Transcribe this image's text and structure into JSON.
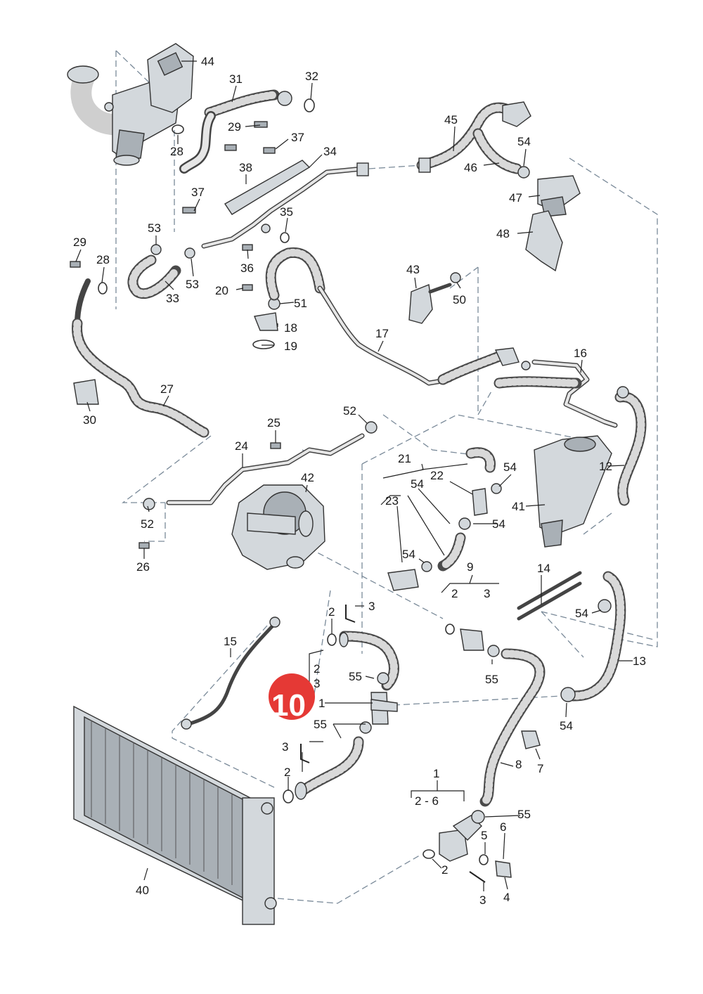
{
  "diagram": {
    "badge": {
      "label": "10",
      "color": "#e53935"
    },
    "callouts": [
      "44",
      "31",
      "32",
      "29",
      "28",
      "37",
      "34",
      "38",
      "45",
      "54",
      "46",
      "47",
      "48",
      "37",
      "35",
      "53",
      "53",
      "33",
      "29",
      "28",
      "36",
      "20",
      "51",
      "18",
      "19",
      "43",
      "50",
      "17",
      "16",
      "27",
      "30",
      "25",
      "52",
      "24",
      "21",
      "22",
      "54",
      "54",
      "12",
      "23",
      "54",
      "42",
      "41",
      "52",
      "26",
      "54",
      "9",
      "2",
      "3",
      "14",
      "54",
      "15",
      "2",
      "3",
      "2",
      "3",
      "55",
      "1",
      "55",
      "13",
      "55",
      "54",
      "7",
      "8",
      "3",
      "2",
      "40",
      "1",
      "2 - 6",
      "55",
      "5",
      "6",
      "2",
      "3",
      "4"
    ]
  }
}
